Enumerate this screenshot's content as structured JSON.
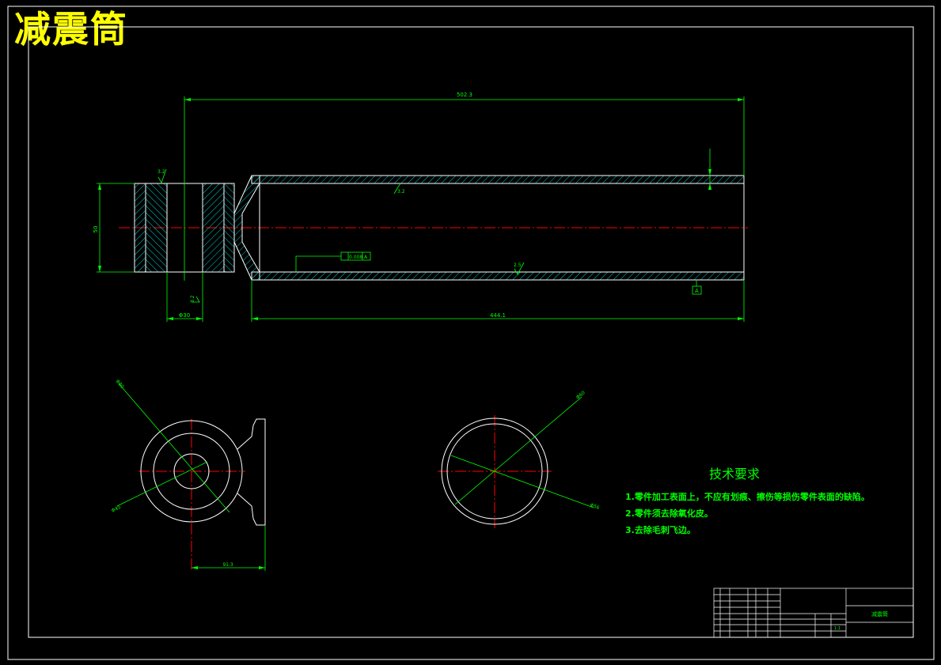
{
  "drawing_title": "减震筒",
  "dimensions": {
    "overall_length": "502.3",
    "tube_length": "444.1",
    "eye_diameter": "50",
    "eye_width": "Φ30",
    "side_offset": "91.3",
    "surface_roughness": "3.2",
    "roughness_alt": "2.5",
    "flatness": "0.008",
    "datum": "A",
    "circle_dim_left_top": "Φ80",
    "circle_dim_left_bottom": "Φ45",
    "circle_dim_right_top": "Φ60",
    "circle_dim_right_bottom": "Φ56"
  },
  "technical_requirements": {
    "heading": "技术要求",
    "items": [
      "1.零件加工表面上，不应有划痕、擦伤等损伤零件表面的缺陷。",
      "2.零件须去除氧化皮。",
      "3.去除毛刺飞边。"
    ]
  },
  "title_block": {
    "part_name": "减震筒",
    "scale": "1:1"
  },
  "colors": {
    "background": "#000000",
    "outline": "#ffffff",
    "dimension": "#00ff00",
    "hatch": "#00ffff",
    "centerline": "#ff0000",
    "title": "#ffff00"
  }
}
